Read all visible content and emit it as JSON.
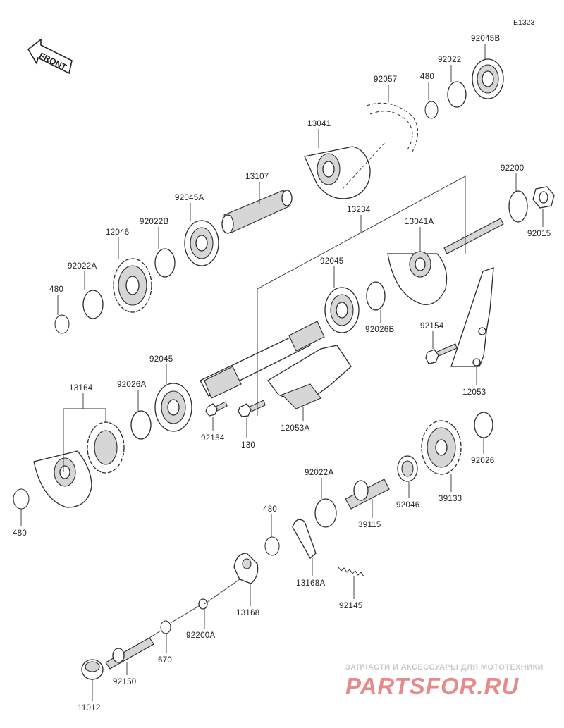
{
  "diagram_code": "E1323",
  "front_label": "FRONT",
  "watermark": {
    "tagline": "ЗАПЧАСТИ И АКСЕССУАРЫ ДЛЯ МОТОТЕХНИКИ",
    "brand": "PARTSFOR.RU"
  },
  "parts": {
    "p92045B": "92045B",
    "p92022": "92022",
    "p480_top": "480",
    "p92057": "92057",
    "p13041": "13041",
    "p13107": "13107",
    "p92045A": "92045A",
    "p92022B": "92022B",
    "p12046": "12046",
    "p92022A_top": "92022A",
    "p480_left": "480",
    "p13234": "13234",
    "p92200": "92200",
    "p92015": "92015",
    "p13041A": "13041A",
    "p92045_mid": "92045",
    "p92026B": "92026B",
    "p92154_right": "92154",
    "p12053": "12053",
    "p92045_left": "92045",
    "p92026A": "92026A",
    "p13164": "13164",
    "p92154_mid": "92154",
    "p130": "130",
    "p12053A": "12053A",
    "p480_bl": "480",
    "p92022A_mid": "92022A",
    "p92046": "92046",
    "p39133": "39133",
    "p92026": "92026",
    "p39115": "39115",
    "p480_mid": "480",
    "p13168A": "13168A",
    "p92145": "92145",
    "p13168": "13168",
    "p92200A": "92200A",
    "p670": "670",
    "p92150": "92150",
    "p11012": "11012"
  }
}
